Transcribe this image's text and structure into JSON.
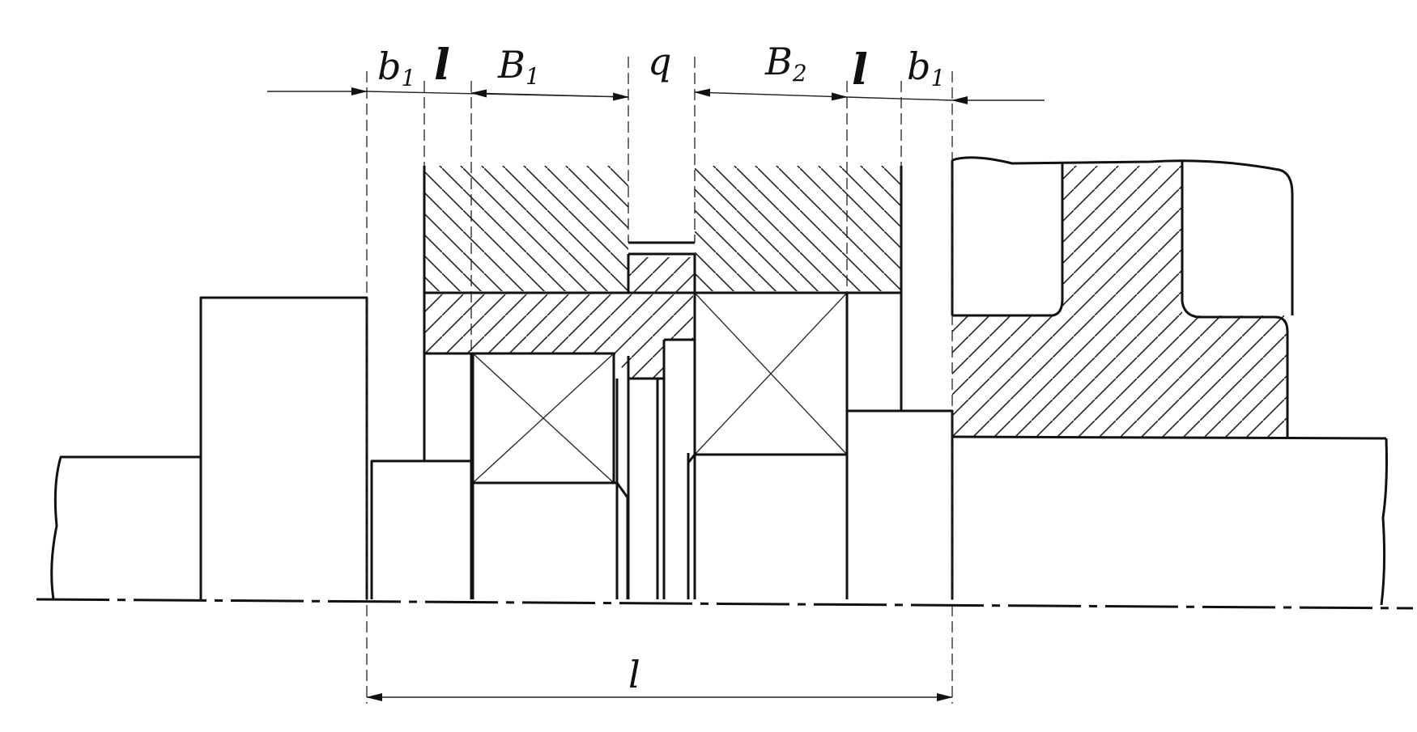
{
  "labels": {
    "b1_left": "b",
    "b1_left_sub": "1",
    "l_left": "l",
    "B1": "B",
    "B1_sub": "1",
    "q": "q",
    "B2": "B",
    "B2_sub": "2",
    "l_right": "l",
    "b1_right": "b",
    "b1_right_sub": "1",
    "overall_l": "l"
  }
}
